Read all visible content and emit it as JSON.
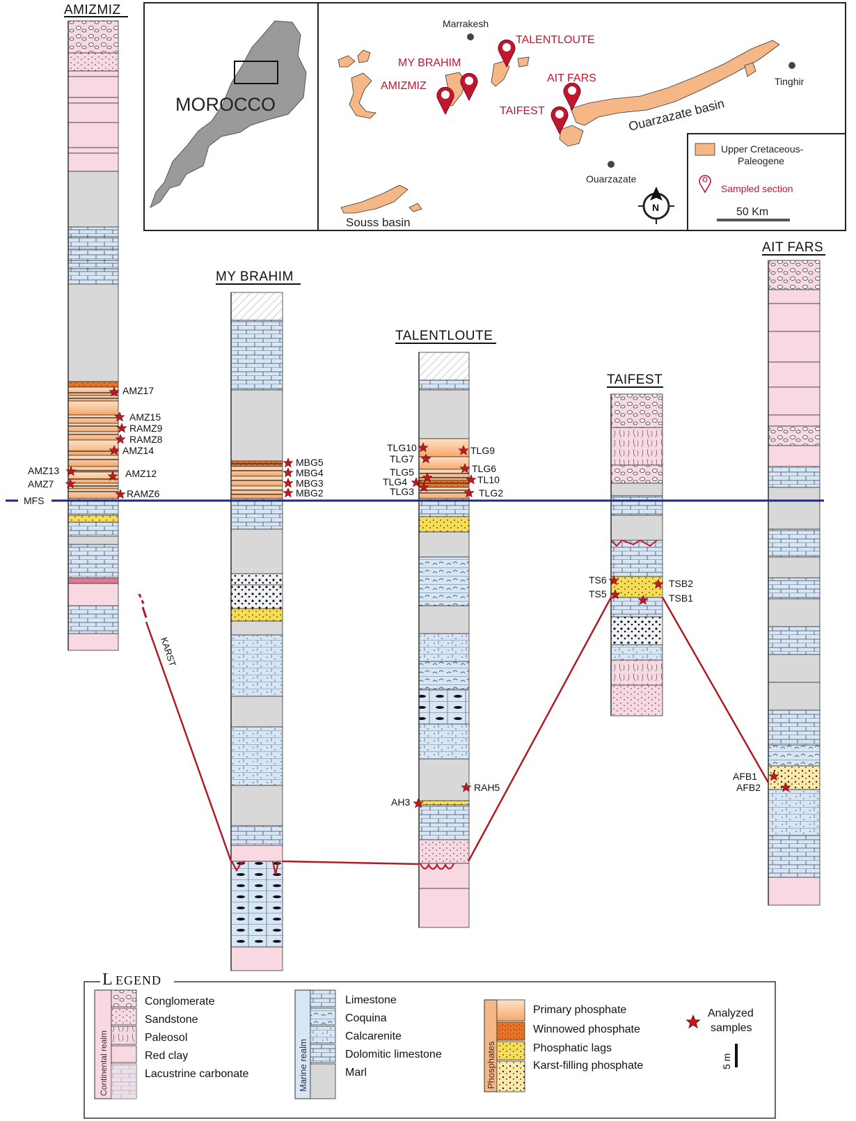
{
  "sections": [
    {
      "name": "AMIZMIZ",
      "samples": [
        "AMZ17",
        "AMZ15",
        "RAMZ9",
        "RAMZ8",
        "AMZ14",
        "AMZ13",
        "AMZ12",
        "AMZ7",
        "RAMZ6"
      ]
    },
    {
      "name": "MY BRAHIM",
      "samples": [
        "MBG5",
        "MBG4",
        "MBG3",
        "MBG2"
      ]
    },
    {
      "name": "TALENTLOUTE",
      "samples": [
        "TLG10",
        "TLG9",
        "TLG7",
        "TLG6",
        "TLG5",
        "TLG4",
        "TL10",
        "TLG3",
        "TLG2",
        "RAH5",
        "AH3"
      ]
    },
    {
      "name": "TAIFEST",
      "samples": [
        "TS6",
        "TSB2",
        "TS5",
        "TSB1"
      ]
    },
    {
      "name": "AIT FARS",
      "samples": [
        "AFB1",
        "AFB2"
      ]
    }
  ],
  "mfs_label": "MFS",
  "karst_label": "KARST",
  "map": {
    "country": "MOROCCO",
    "cities": [
      "Marrakesh",
      "Tinghir",
      "Ouarzazate"
    ],
    "sites": [
      "TALENTLOUTE",
      "MY BRAHIM",
      "AMIZMIZ",
      "AIT FARS",
      "TAIFEST"
    ],
    "basins": [
      "Ouarzazate basin",
      "Souss basin"
    ],
    "legend": {
      "item1_line1": "Upper Cretaceous-",
      "item1_line2": "Paleogene",
      "item2": "Sampled section"
    },
    "scale": "50 Km",
    "north": "N"
  },
  "legend": {
    "title_initial": "L",
    "title_rest": "EGEND",
    "groups": {
      "continental": "Continental realm",
      "marine": "Marine realm",
      "phosphates": "Phosphates"
    },
    "continental": [
      "Conglomerate",
      "Sandstone",
      "Paleosol",
      "Red clay",
      "Lacustrine carbonate"
    ],
    "marine": [
      "Limestone",
      "Coquina",
      "Calcarenite",
      "Dolomitic limestone",
      "Marl"
    ],
    "phosphate": [
      "Primary phosphate",
      "Winnowed phosphate",
      "Phosphatic lags",
      "Karst-filling phosphate"
    ],
    "analyzed_line1": "Analyzed",
    "analyzed_line2": "samples",
    "scale": "5 m"
  },
  "colors": {
    "pink": "#f8d9e2",
    "blue": "#d6e6f6",
    "grey": "#d8d8d8",
    "orange": "#f7b27a",
    "dark_orange": "#e8742a",
    "yellow": "#f6dd55",
    "red": "#c0162e",
    "mfs": "#1b2a80",
    "map_orange": "#f6b786"
  }
}
